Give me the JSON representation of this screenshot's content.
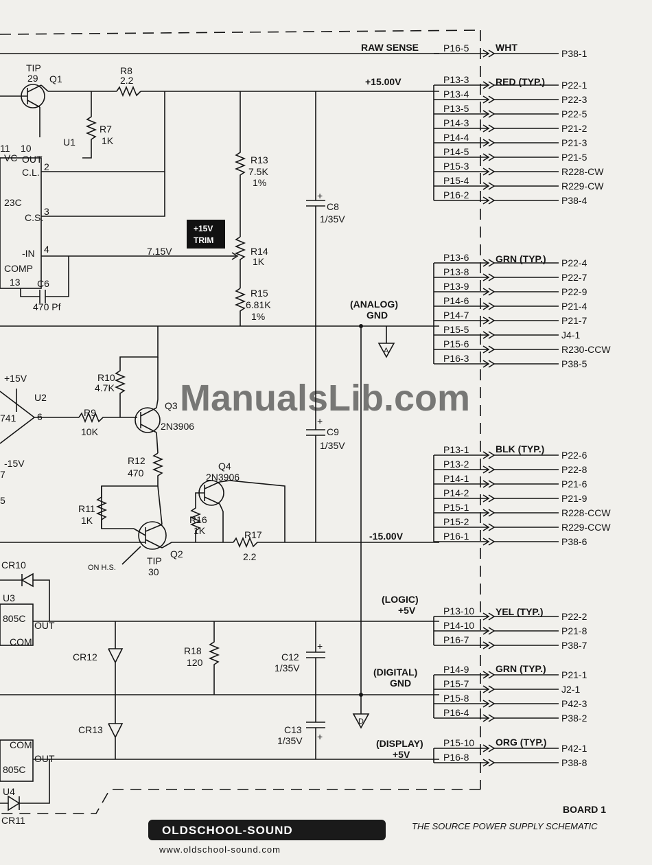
{
  "watermark": "ManualsLib.com",
  "footer": {
    "board": "BOARD 1",
    "title": "THE SOURCE POWER SUPPLY SCHEMATIC",
    "logo": "OLDSCHOOL-SOUND",
    "url": "www.oldschool-sound.com"
  },
  "trim_label": [
    "+15V",
    "TRIM"
  ],
  "rails": [
    {
      "label": "RAW SENSE",
      "color": "WHT",
      "pins": [
        {
          "p": "P16-5",
          "to": "P38-1"
        }
      ]
    },
    {
      "label": "+15.00V",
      "color": "RED (TYP.)",
      "pins": [
        {
          "p": "P13-3",
          "to": "P22-1"
        },
        {
          "p": "P13-4",
          "to": "P22-3"
        },
        {
          "p": "P13-5",
          "to": "P22-5"
        },
        {
          "p": "P14-3",
          "to": "P21-2"
        },
        {
          "p": "P14-4",
          "to": "P21-3"
        },
        {
          "p": "P14-5",
          "to": "P21-5"
        },
        {
          "p": "P15-3",
          "to": "R228-CW"
        },
        {
          "p": "P15-4",
          "to": "R229-CW"
        },
        {
          "p": "P16-2",
          "to": "P38-4"
        }
      ]
    },
    {
      "label": "(ANALOG)",
      "label2": "GND",
      "color": "GRN (TYP.)",
      "pins": [
        {
          "p": "P13-6",
          "to": "P22-4"
        },
        {
          "p": "P13-8",
          "to": "P22-7"
        },
        {
          "p": "P13-9",
          "to": "P22-9"
        },
        {
          "p": "P14-6",
          "to": "P21-4"
        },
        {
          "p": "P14-7",
          "to": "P21-7"
        },
        {
          "p": "P15-5",
          "to": "J4-1"
        },
        {
          "p": "P15-6",
          "to": "R230-CCW"
        },
        {
          "p": "P16-3",
          "to": "P38-5"
        }
      ]
    },
    {
      "label": "-15.00V",
      "color": "BLK (TYP.)",
      "pins": [
        {
          "p": "P13-1",
          "to": "P22-6"
        },
        {
          "p": "P13-2",
          "to": "P22-8"
        },
        {
          "p": "P14-1",
          "to": "P21-6"
        },
        {
          "p": "P14-2",
          "to": "P21-9"
        },
        {
          "p": "P15-1",
          "to": "R228-CCW"
        },
        {
          "p": "P15-2",
          "to": "R229-CCW"
        },
        {
          "p": "P16-1",
          "to": "P38-6"
        }
      ]
    },
    {
      "label": "(LOGIC)",
      "label2": "+5V",
      "color": "YEL (TYP.)",
      "pins": [
        {
          "p": "P13-10",
          "to": "P22-2"
        },
        {
          "p": "P14-10",
          "to": "P21-8"
        },
        {
          "p": "P16-7",
          "to": "P38-7"
        }
      ]
    },
    {
      "label": "(DIGITAL)",
      "label2": "GND",
      "color": "GRN (TYP.)",
      "pins": [
        {
          "p": "P14-9",
          "to": "P21-1"
        },
        {
          "p": "P15-7",
          "to": "J2-1"
        },
        {
          "p": "P15-8",
          "to": "P42-3"
        },
        {
          "p": "P16-4",
          "to": "P38-2"
        }
      ]
    },
    {
      "label": "(DISPLAY)",
      "label2": "+5V",
      "color": "ORG (TYP.)",
      "pins": [
        {
          "p": "P15-10",
          "to": "P42-1"
        },
        {
          "p": "P16-8",
          "to": "P38-8"
        }
      ]
    }
  ],
  "components": {
    "q1": [
      "TIP",
      "29",
      "Q1"
    ],
    "r8": [
      "R8",
      "2.2"
    ],
    "r7": [
      "R7",
      "1K"
    ],
    "u1": [
      "U1",
      "OUT",
      "C.L.",
      "C.S.",
      "-IN",
      "COMP",
      "VC",
      "23C",
      "10",
      "11",
      "2",
      "3",
      "4",
      "13"
    ],
    "r13": [
      "R13",
      "7.5K",
      "1%"
    ],
    "c8": [
      "C8",
      "1/35V",
      "+"
    ],
    "r14": [
      "R14",
      "1K",
      "7.15V"
    ],
    "r15": [
      "R15",
      "6.81K",
      "1%"
    ],
    "c6": [
      "C6",
      "470 Pf"
    ],
    "u2": [
      "+15V",
      "U2",
      "741",
      "6",
      "-15V",
      "7",
      "5"
    ],
    "r10": [
      "R10",
      "4.7K"
    ],
    "r9": [
      "R9",
      "10K"
    ],
    "q3": [
      "Q3",
      "2N3906"
    ],
    "c9": [
      "C9",
      "1/35V",
      "+"
    ],
    "r12": [
      "R12",
      "470"
    ],
    "q4": [
      "Q4",
      "2N3906"
    ],
    "r11": [
      "R11",
      "1K"
    ],
    "r16": [
      "R16",
      "1K"
    ],
    "r17": [
      "R17",
      "2.2"
    ],
    "q2": [
      "ON H.S.",
      "TIP",
      "30",
      "Q2"
    ],
    "u3": [
      "CR10",
      "U3",
      "805C",
      "OUT",
      "COM"
    ],
    "cr12": [
      "CR12"
    ],
    "r18": [
      "R18",
      "120"
    ],
    "c12": [
      "C12",
      "1/35V",
      "+"
    ],
    "cr13": [
      "CR13"
    ],
    "c13": [
      "C13",
      "1/35V",
      "+"
    ],
    "u4": [
      "COM",
      "805C",
      "OUT",
      "U4",
      "CR11"
    ],
    "gnd_a": "A",
    "gnd_d": "D"
  }
}
